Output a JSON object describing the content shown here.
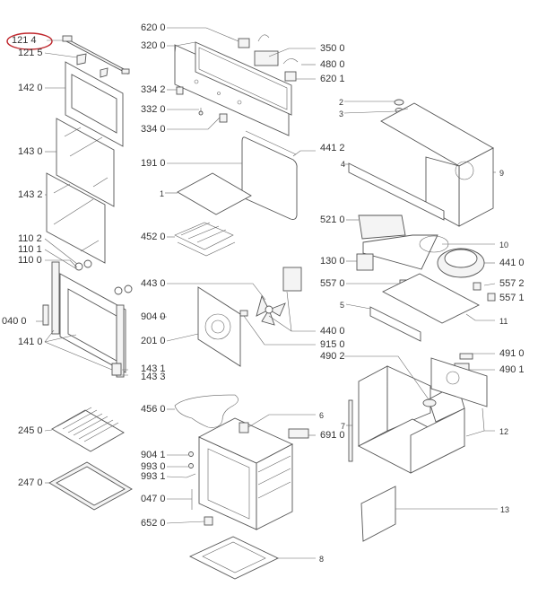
{
  "diagram": {
    "title": "Oven exploded parts diagram",
    "highlight_color": "#c0272d",
    "highlighted_label": "121 4",
    "labels": [
      {
        "id": "121-4",
        "text": "121 4"
      },
      {
        "id": "121-5",
        "text": "121 5"
      },
      {
        "id": "142-0",
        "text": "142 0"
      },
      {
        "id": "143-0",
        "text": "143 0"
      },
      {
        "id": "143-2",
        "text": "143 2"
      },
      {
        "id": "110-2",
        "text": "110 2"
      },
      {
        "id": "110-1",
        "text": "110 1"
      },
      {
        "id": "110-0",
        "text": "110 0"
      },
      {
        "id": "040-0",
        "text": "040 0"
      },
      {
        "id": "141-0",
        "text": "141 0"
      },
      {
        "id": "143-1",
        "text": "143 1"
      },
      {
        "id": "143-3",
        "text": "143 3"
      },
      {
        "id": "245-0",
        "text": "245 0"
      },
      {
        "id": "247-0",
        "text": "247 0"
      },
      {
        "id": "620-0",
        "text": "620 0"
      },
      {
        "id": "320-0",
        "text": "320 0"
      },
      {
        "id": "334-2",
        "text": "334 2"
      },
      {
        "id": "332-0",
        "text": "332 0"
      },
      {
        "id": "334-0",
        "text": "334 0"
      },
      {
        "id": "350-0",
        "text": "350 0"
      },
      {
        "id": "480-0",
        "text": "480 0"
      },
      {
        "id": "620-1",
        "text": "620 1"
      },
      {
        "id": "441-2",
        "text": "441 2"
      },
      {
        "id": "191-0",
        "text": "191 0"
      },
      {
        "id": "1",
        "text": "1"
      },
      {
        "id": "452-0",
        "text": "452 0"
      },
      {
        "id": "443-0",
        "text": "443 0"
      },
      {
        "id": "904-0",
        "text": "904 0"
      },
      {
        "id": "201-0",
        "text": "201 0"
      },
      {
        "id": "440-0",
        "text": "440 0"
      },
      {
        "id": "915-0",
        "text": "915 0"
      },
      {
        "id": "456-0",
        "text": "456 0"
      },
      {
        "id": "904-1",
        "text": "904 1"
      },
      {
        "id": "993-0",
        "text": "993 0"
      },
      {
        "id": "993-1",
        "text": "993 1"
      },
      {
        "id": "047-0",
        "text": "047 0"
      },
      {
        "id": "652-0",
        "text": "652 0"
      },
      {
        "id": "6",
        "text": "6"
      },
      {
        "id": "691-0",
        "text": "691 0"
      },
      {
        "id": "8",
        "text": "8"
      },
      {
        "id": "2",
        "text": "2"
      },
      {
        "id": "3",
        "text": "3"
      },
      {
        "id": "4",
        "text": "4"
      },
      {
        "id": "9",
        "text": "9"
      },
      {
        "id": "521-0",
        "text": "521 0"
      },
      {
        "id": "10",
        "text": "10"
      },
      {
        "id": "130-0",
        "text": "130 0"
      },
      {
        "id": "441-0",
        "text": "441 0"
      },
      {
        "id": "557-0",
        "text": "557 0"
      },
      {
        "id": "557-2",
        "text": "557 2"
      },
      {
        "id": "557-1",
        "text": "557 1"
      },
      {
        "id": "5",
        "text": "5"
      },
      {
        "id": "11",
        "text": "11"
      },
      {
        "id": "491-0",
        "text": "491 0"
      },
      {
        "id": "490-2",
        "text": "490 2"
      },
      {
        "id": "490-1",
        "text": "490 1"
      },
      {
        "id": "7",
        "text": "7"
      },
      {
        "id": "12",
        "text": "12"
      },
      {
        "id": "13",
        "text": "13"
      }
    ]
  }
}
